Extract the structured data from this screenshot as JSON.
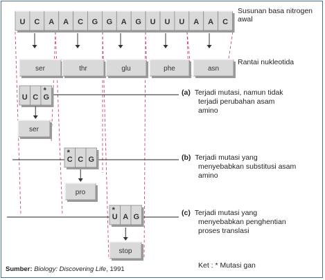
{
  "sequence": [
    "U",
    "C",
    "A",
    "A",
    "C",
    "G",
    "G",
    "A",
    "G",
    "U",
    "U",
    "U",
    "A",
    "A",
    "C"
  ],
  "sequence_label": [
    "Susunan basa nitrogen",
    "awal"
  ],
  "chain_label": "Rantai nukleotida",
  "amino_acids": [
    "ser",
    "thr",
    "glu",
    "phe",
    "asn"
  ],
  "mutations": [
    {
      "id": "a",
      "codon": [
        "U",
        "C",
        "G"
      ],
      "star_index": 2,
      "result": "ser",
      "tag": "(a)",
      "text": [
        "Terjadi mutasi, namun tidak",
        "terjadi perubahan asam",
        "amino"
      ]
    },
    {
      "id": "b",
      "codon": [
        "C",
        "C",
        "G"
      ],
      "star_index": 0,
      "result": "pro",
      "tag": "(b)",
      "text": [
        "Terjadi mutasi yang",
        "menyebabkan substitusi asam",
        "amino"
      ]
    },
    {
      "id": "c",
      "codon": [
        "U",
        "A",
        "G"
      ],
      "star_index": 0,
      "result": "stop",
      "tag": "(c)",
      "text": [
        "Terjadi mutasi yang",
        "menyebabkan penghentian",
        "proses translasi"
      ]
    }
  ],
  "star": "*",
  "source": {
    "prefix": "Sumber:",
    "title": "Biology: Discovering Life",
    "year": ", 1991"
  },
  "note": "Ket : * Mutasi gan",
  "colors": {
    "box_fill": "#d9d9d9",
    "box_dark": "#9a9a9a",
    "box_light": "#f2f2f2",
    "dash": "#d04a6a",
    "frame": "#4a6fa5",
    "line": "#222222"
  }
}
